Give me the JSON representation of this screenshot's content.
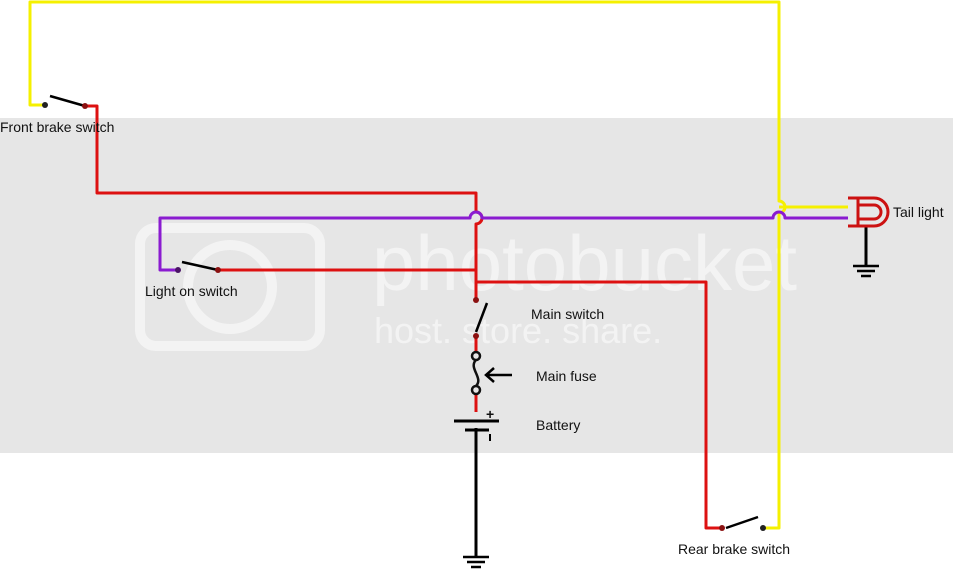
{
  "labels": {
    "front_brake_switch": "Front brake switch",
    "light_on_switch": "Light on switch",
    "main_switch": "Main switch",
    "main_fuse": "Main fuse",
    "battery": "Battery",
    "tail_light": "Tail light",
    "rear_brake_switch": "Rear brake switch",
    "battery_plus": "+"
  },
  "watermark": {
    "brand": "photobucket",
    "tagline": "host. store. share."
  },
  "colors": {
    "yellow_wire": "#f5f000",
    "red_wire": "#dd1111",
    "purple_wire": "#8a1bd0",
    "ground_wire": "#000000",
    "watermark_band": "#e6e6e6"
  }
}
